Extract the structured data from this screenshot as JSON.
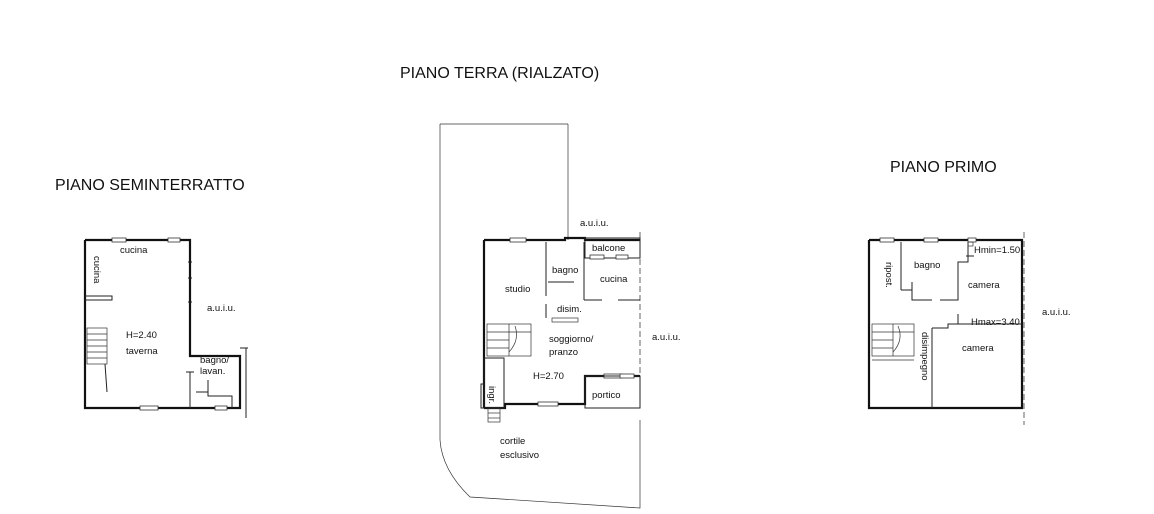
{
  "titles": {
    "seminterrato": "PIANO SEMINTERRATTO",
    "terra": "PIANO TERRA (RIALZATO)",
    "primo": "PIANO PRIMO"
  },
  "seminterrato": {
    "cucina_top": "cucina",
    "cucina_side": "cucina",
    "height": "H=2.40",
    "taverna": "taverna",
    "bagno": "bagno/",
    "lavan": "lavan.",
    "auiu": "a.u.i.u."
  },
  "terra": {
    "auiu_top": "a.u.i.u.",
    "balcone": "balcone",
    "studio": "studio",
    "bagno": "bagno",
    "cucina": "cucina",
    "disim": "disim.",
    "soggiorno": "soggiorno/",
    "pranzo": "pranzo",
    "height": "H=2.70",
    "ingr": "ingr.",
    "portico": "portico",
    "auiu_right": "a.u.i.u.",
    "cortile": "cortile",
    "esclusivo": "esclusivo"
  },
  "primo": {
    "hmin": "Hmin=1.50",
    "bagno": "bagno",
    "ripost": "ripost.",
    "camera_top": "camera",
    "hmax": "Hmax=3.40",
    "camera_bottom": "camera",
    "disimpegno": "disimpegno",
    "auiu": "a.u.i.u."
  }
}
